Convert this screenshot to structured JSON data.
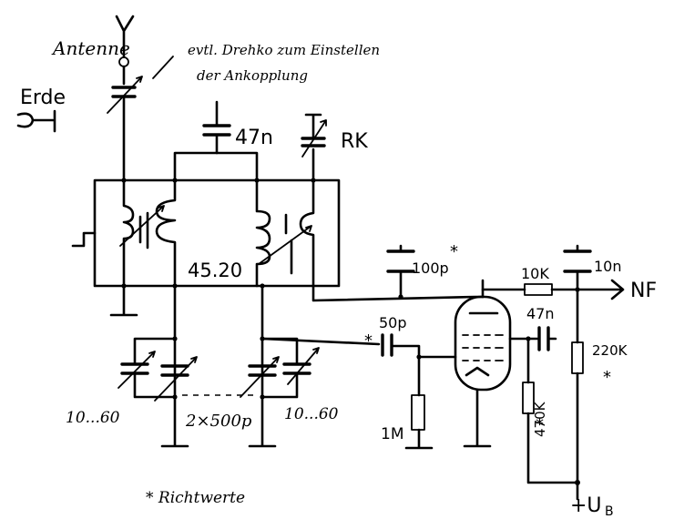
{
  "labels": {
    "antenna": "Antenne",
    "note_line1": "evtl. Drehko zum Einstellen",
    "note_line2": "der Ankopplung",
    "earth": "Erde",
    "cap_top": "47n",
    "rk": "RK",
    "coil": "45.20",
    "cap_100p": "100p",
    "star_100p": "*",
    "res_10k": "10K",
    "cap_10n": "10n",
    "nf": "NF",
    "cap_50p": "50p",
    "star_50p": "*",
    "cap_47n": "47n",
    "res_220k": "220K",
    "star_220k": "*",
    "res_470k": "470K",
    "star_470k": "*",
    "res_1m": "1M",
    "trimmer_left": "10...60",
    "tuning_cap": "2×500p",
    "trimmer_right": "10...60",
    "footnote": "* Richtwerte",
    "supply": "+U",
    "supply_sub": "B"
  }
}
